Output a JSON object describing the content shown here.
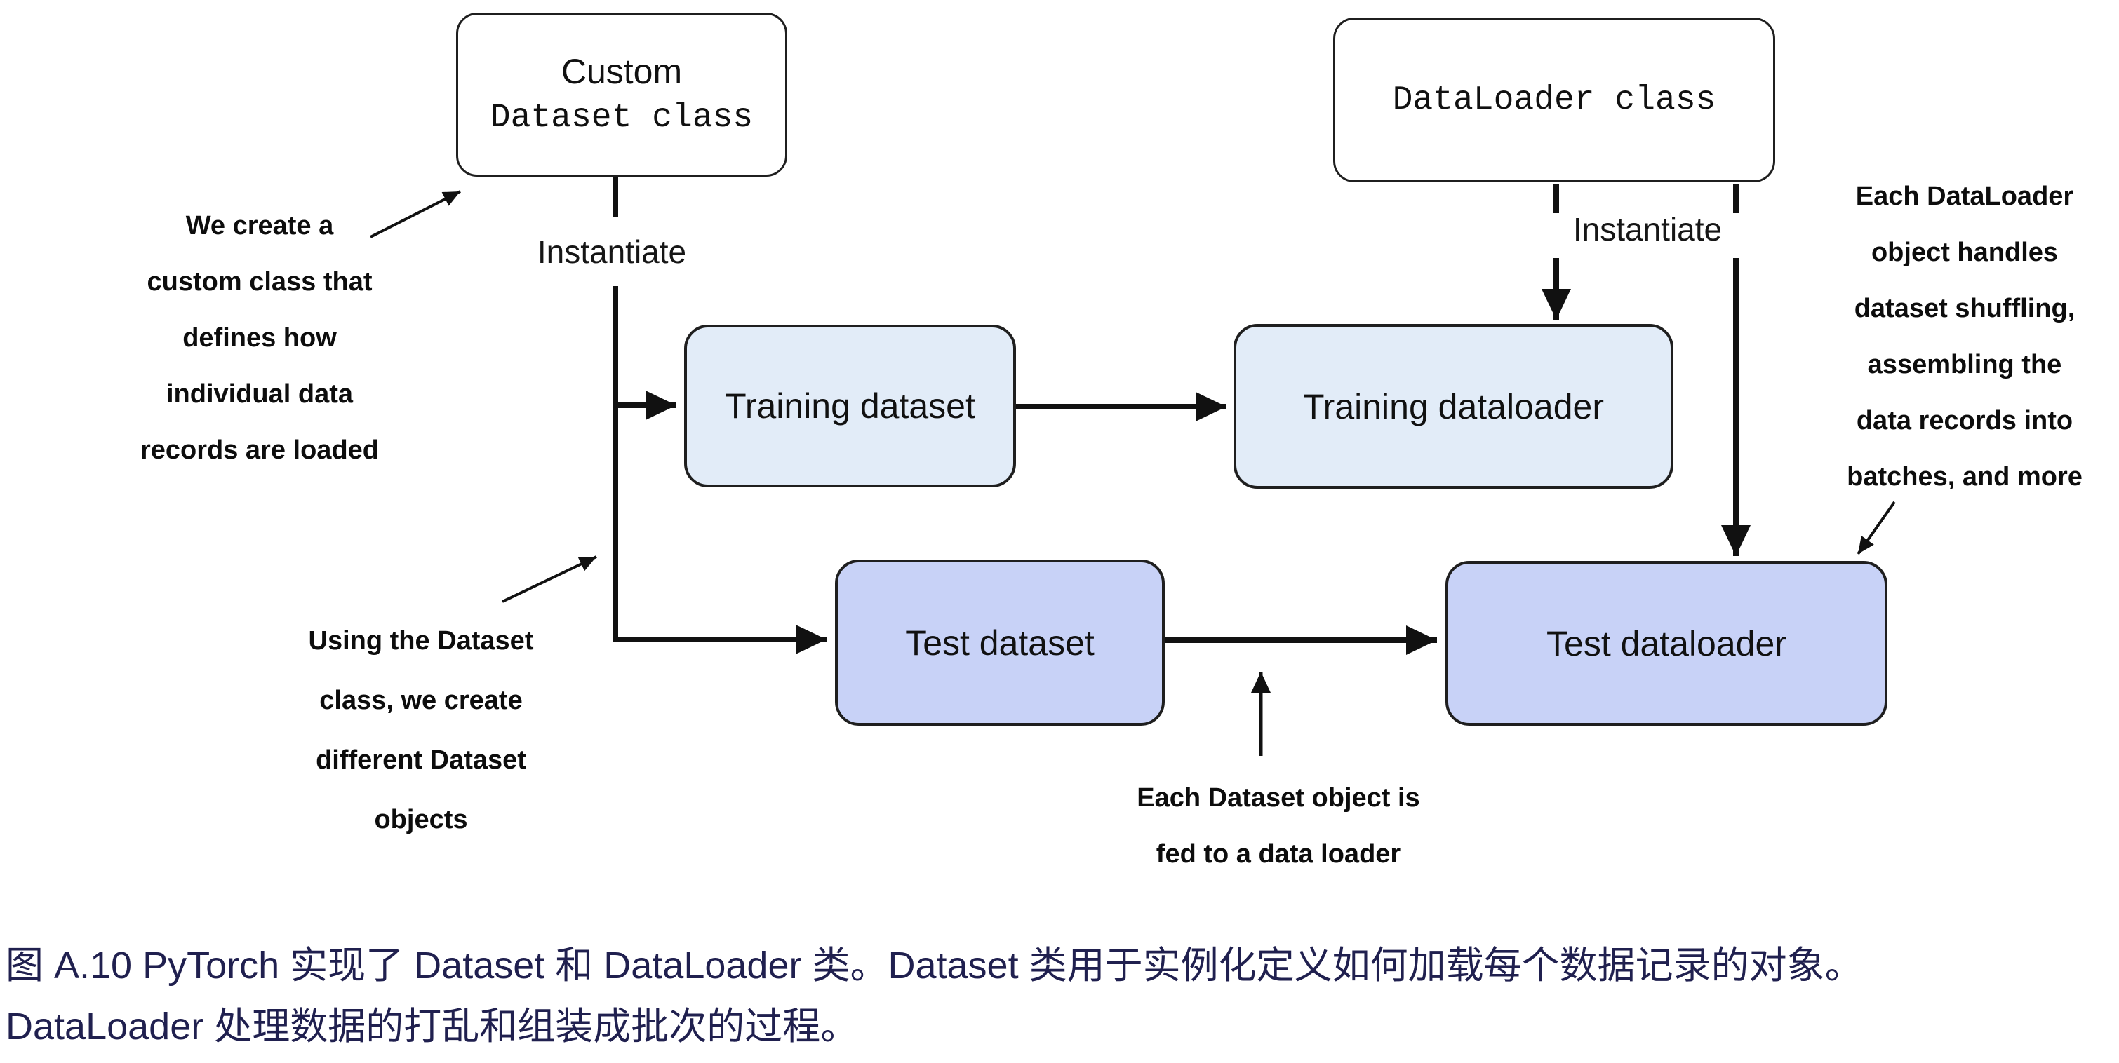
{
  "figure": {
    "boxes": {
      "custom_dataset_class": {
        "line1": "Custom",
        "line2": "Dataset class"
      },
      "dataloader_class": {
        "label": "DataLoader class"
      },
      "training_dataset": {
        "label": "Training dataset"
      },
      "training_dataloader": {
        "label": "Training dataloader"
      },
      "test_dataset": {
        "label": "Test dataset"
      },
      "test_dataloader": {
        "label": "Test dataloader"
      }
    },
    "edge_labels": {
      "instantiate_left": "Instantiate",
      "instantiate_right": "Instantiate"
    },
    "annotations": {
      "left": "We create a\ncustom class that\ndefines how\nindividual data\nrecords are loaded",
      "bottom_left": "Using the Dataset\nclass, we create\ndifferent Dataset\nobjects",
      "bottom_middle": "Each Dataset object is\nfed to a data loader",
      "right": "Each DataLoader\nobject handles\ndataset shuffling,\nassembling the\ndata records into\nbatches, and more"
    },
    "colors": {
      "box_fill_white": "#ffffff",
      "box_fill_light_blue": "#e2ecf8",
      "box_fill_periwinkle": "#c8d2f7",
      "box_border": "#1f1f1f",
      "arrow": "#111111",
      "caption_text": "#20204f"
    }
  },
  "caption": {
    "line1": "图 A.10 PyTorch 实现了 Dataset 和 DataLoader 类。Dataset 类用于实例化定义如何加载每个数据记录的对象。",
    "line2": "DataLoader 处理数据的打乱和组装成批次的过程。"
  }
}
